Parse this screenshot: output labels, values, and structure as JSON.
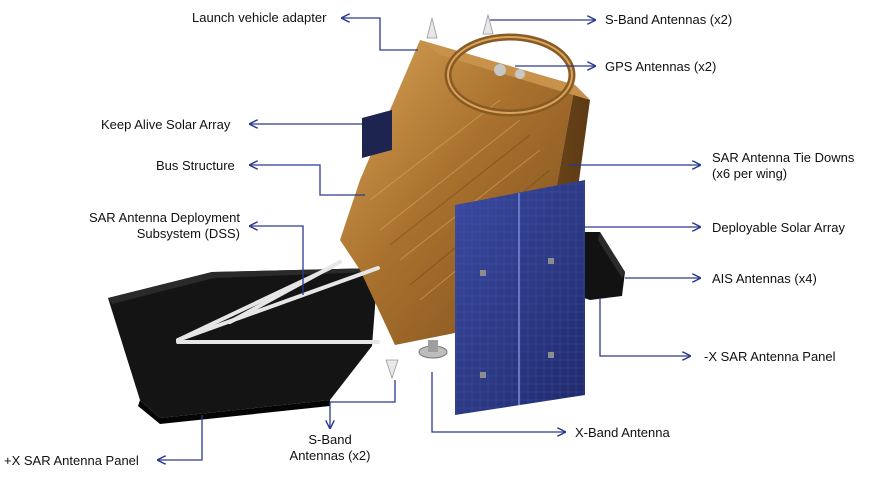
{
  "labels": {
    "launch_vehicle_adapter": "Launch vehicle adapter",
    "keep_alive_solar_array": "Keep Alive Solar Array",
    "bus_structure": "Bus Structure",
    "sar_dss_line1": "SAR Antenna Deployment",
    "sar_dss_line2": "Subsystem (DSS)",
    "plus_x_sar_panel": "+X SAR Antenna Panel",
    "s_band_bottom_line1": "S-Band",
    "s_band_bottom_line2": "Antennas (x2)",
    "s_band_top": "S-Band Antennas (x2)",
    "gps_antennas": "GPS Antennas (x2)",
    "sar_tie_downs_line1": "SAR Antenna Tie Downs",
    "sar_tie_downs_line2": "(x6 per wing)",
    "deployable_solar_array": "Deployable Solar Array",
    "ais_antennas": "AIS Antennas (x4)",
    "minus_x_sar_panel": "-X SAR Antenna Panel",
    "x_band_antenna": "X-Band Antenna"
  },
  "colors": {
    "leader_line": "#2b3a8f",
    "bus_gold": "#b07a35",
    "bus_gold_dark": "#6e4a1c",
    "solar_blue": "#2c3a88",
    "panel_black": "#111111",
    "strut_white": "#e6e6e6"
  }
}
